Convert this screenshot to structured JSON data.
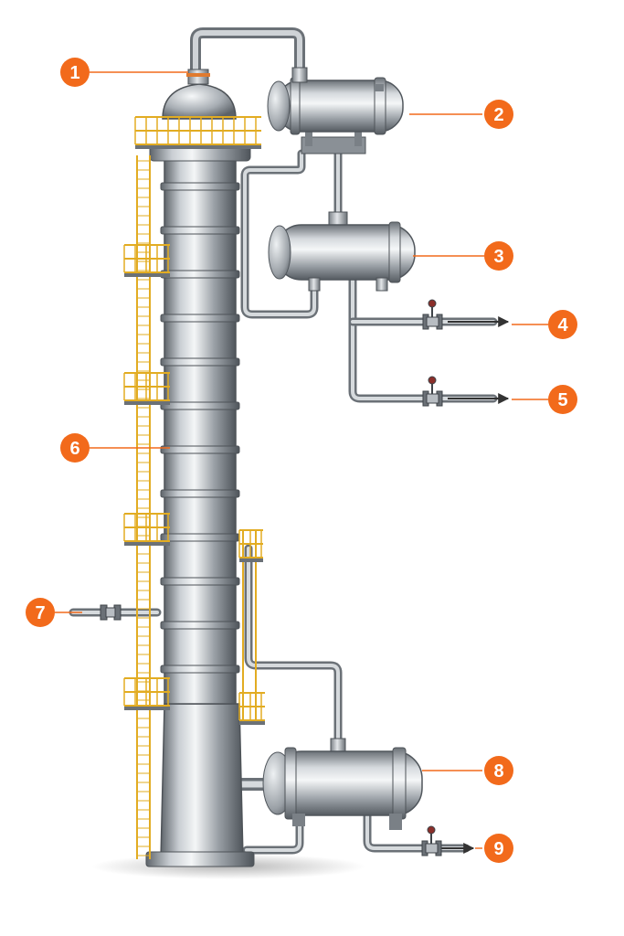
{
  "callouts": [
    {
      "id": "1",
      "label": "1",
      "part": "overhead vapor line"
    },
    {
      "id": "2",
      "label": "2",
      "part": "overhead condenser"
    },
    {
      "id": "3",
      "label": "3",
      "part": "reflux drum"
    },
    {
      "id": "4",
      "label": "4",
      "part": "top product outlet"
    },
    {
      "id": "5",
      "label": "5",
      "part": "side product outlet"
    },
    {
      "id": "6",
      "label": "6",
      "part": "column shell"
    },
    {
      "id": "7",
      "label": "7",
      "part": "feed inlet"
    },
    {
      "id": "8",
      "label": "8",
      "part": "reboiler"
    },
    {
      "id": "9",
      "label": "9",
      "part": "bottoms outlet"
    }
  ],
  "colors": {
    "callout": "#f26a1b",
    "steel_dark": "#6e747a",
    "steel_light": "#e9ecef",
    "ladder": "#e8b52a",
    "pipe": "#a4a9ae"
  }
}
